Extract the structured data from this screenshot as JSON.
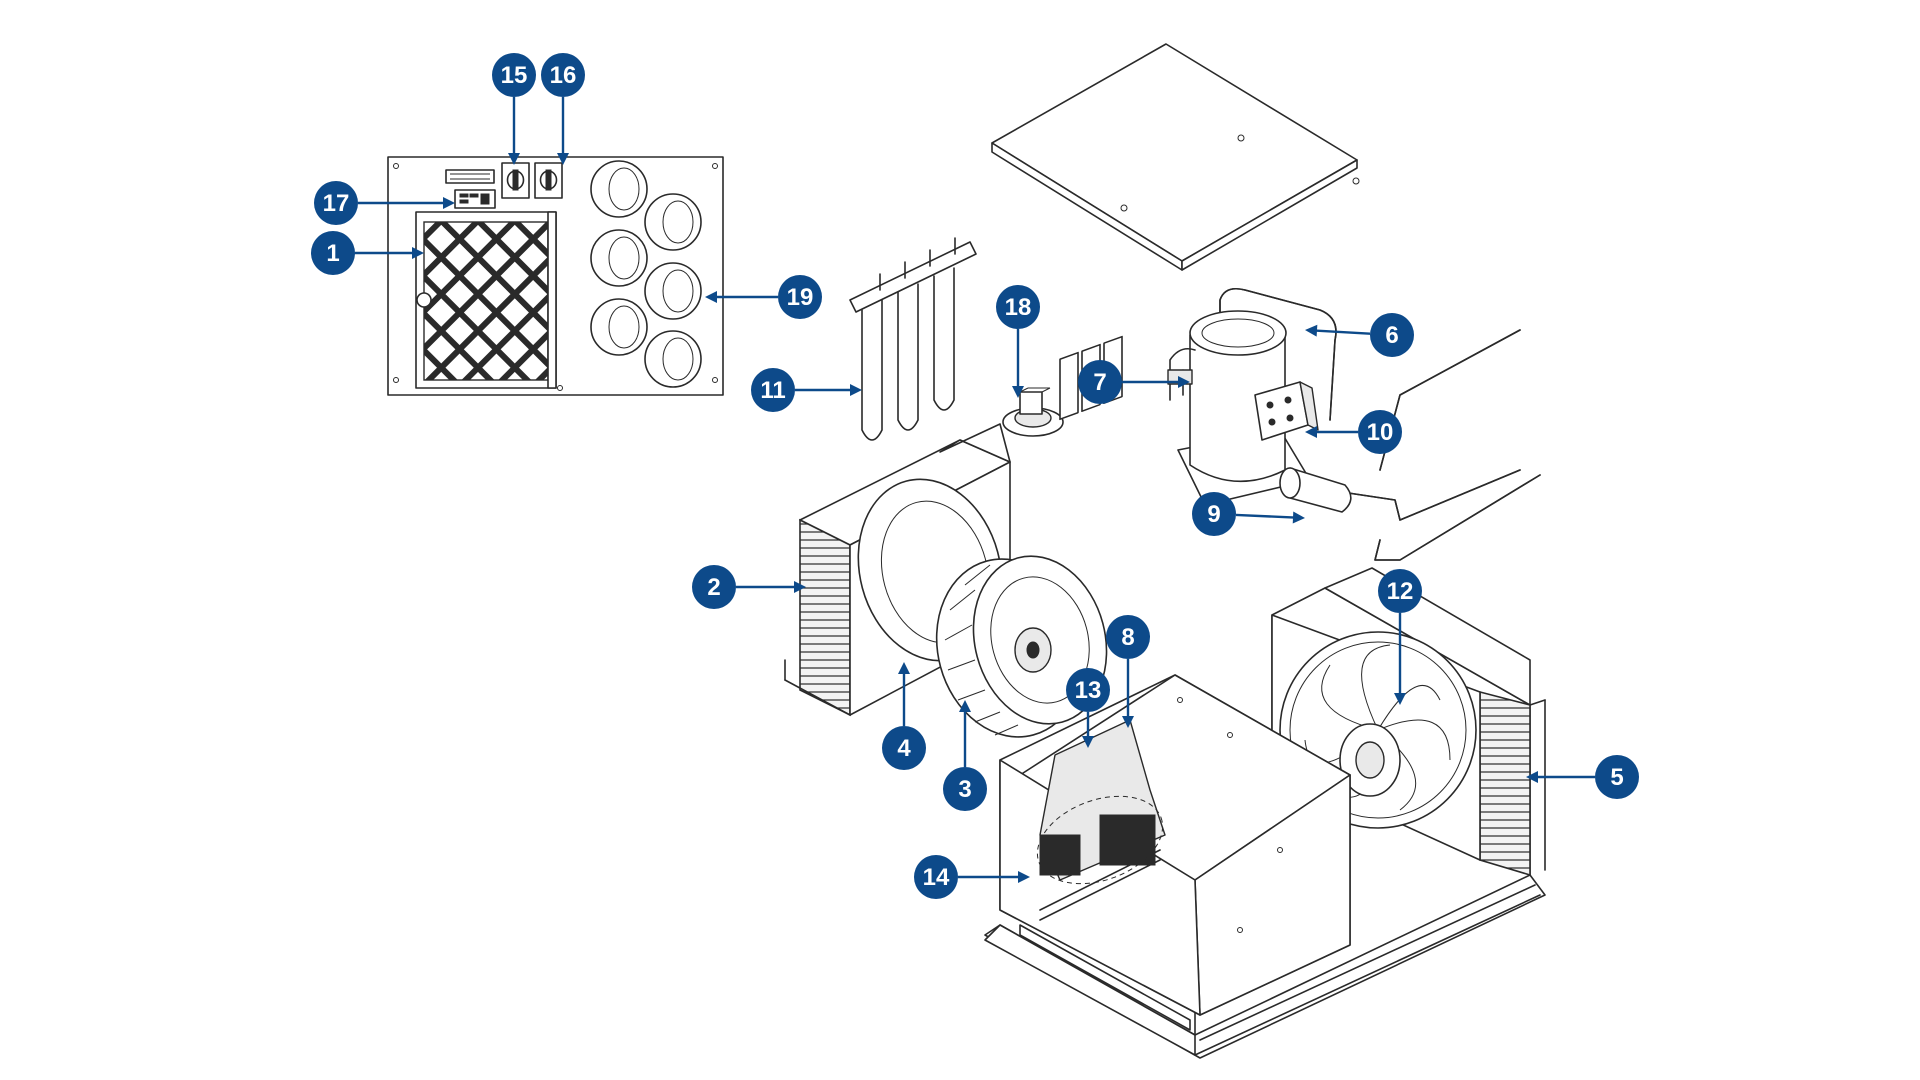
{
  "colors": {
    "callout": "#0d4a8a",
    "linework": "#2a2a2a",
    "background": "#ffffff"
  },
  "callouts": [
    {
      "id": "1",
      "label": "1"
    },
    {
      "id": "2",
      "label": "2"
    },
    {
      "id": "3",
      "label": "3"
    },
    {
      "id": "4",
      "label": "4"
    },
    {
      "id": "5",
      "label": "5"
    },
    {
      "id": "6",
      "label": "6"
    },
    {
      "id": "7",
      "label": "7"
    },
    {
      "id": "8",
      "label": "8"
    },
    {
      "id": "9",
      "label": "9"
    },
    {
      "id": "10",
      "label": "10"
    },
    {
      "id": "11",
      "label": "11"
    },
    {
      "id": "12",
      "label": "12"
    },
    {
      "id": "13",
      "label": "13"
    },
    {
      "id": "14",
      "label": "14"
    },
    {
      "id": "15",
      "label": "15"
    },
    {
      "id": "16",
      "label": "16"
    },
    {
      "id": "17",
      "label": "17"
    },
    {
      "id": "18",
      "label": "18"
    },
    {
      "id": "19",
      "label": "19"
    }
  ]
}
